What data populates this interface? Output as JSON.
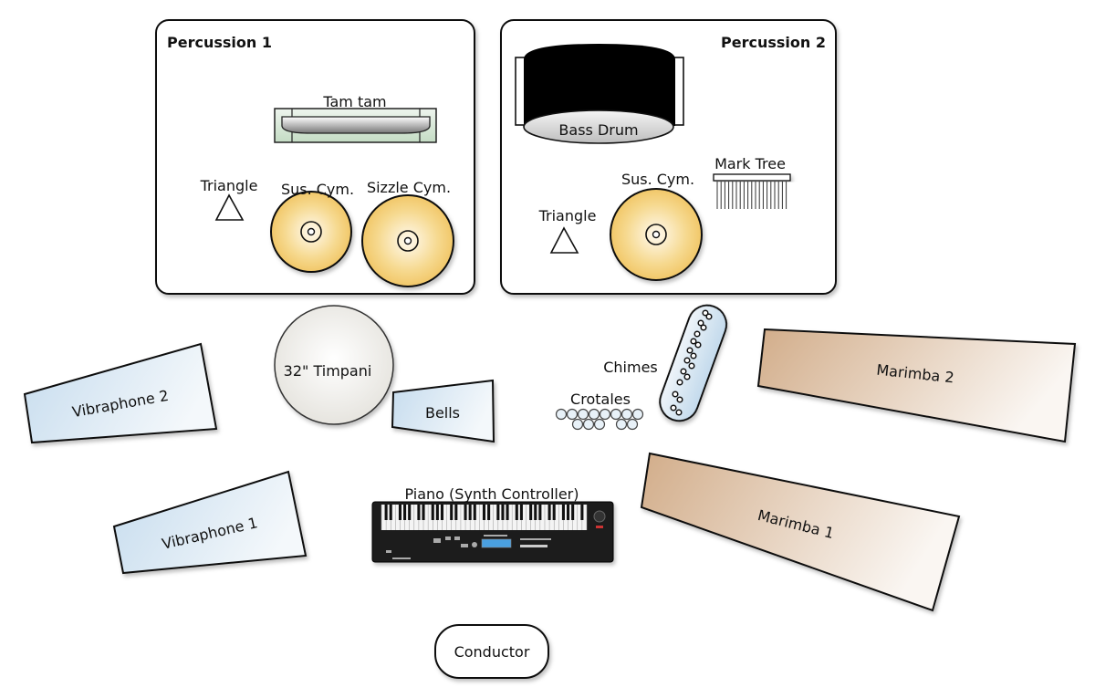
{
  "diagram": {
    "type": "stage-setup",
    "sections": {
      "percussion1": {
        "title": "Percussion 1",
        "instruments": {
          "tam_tam": "Tam tam",
          "triangle": "Triangle",
          "sus_cym": "Sus. Cym.",
          "sizzle_cym": "Sizzle Cym."
        }
      },
      "percussion2": {
        "title": "Percussion 2",
        "instruments": {
          "bass_drum": "Bass Drum",
          "mark_tree": "Mark Tree",
          "sus_cym": "Sus. Cym.",
          "triangle": "Triangle"
        }
      }
    },
    "instruments": {
      "timpani": "32\" Timpani",
      "bells": "Bells",
      "chimes": "Chimes",
      "crotales": "Crotales",
      "vibraphone2": "Vibraphone 2",
      "vibraphone1": "Vibraphone 1",
      "marimba2": "Marimba 2",
      "marimba1": "Marimba 1",
      "piano": "Piano (Synth Controller)",
      "conductor": "Conductor"
    },
    "colors": {
      "cymbal": "#f2c96a",
      "vibraphone": "#c9dfef",
      "marimba": "#d4b18f",
      "tam_tam_frame": "#cfe3cf",
      "bass_drum": "#000000",
      "keyboard_body": "#1c1c1c",
      "screen": "#4aa0e0"
    }
  }
}
